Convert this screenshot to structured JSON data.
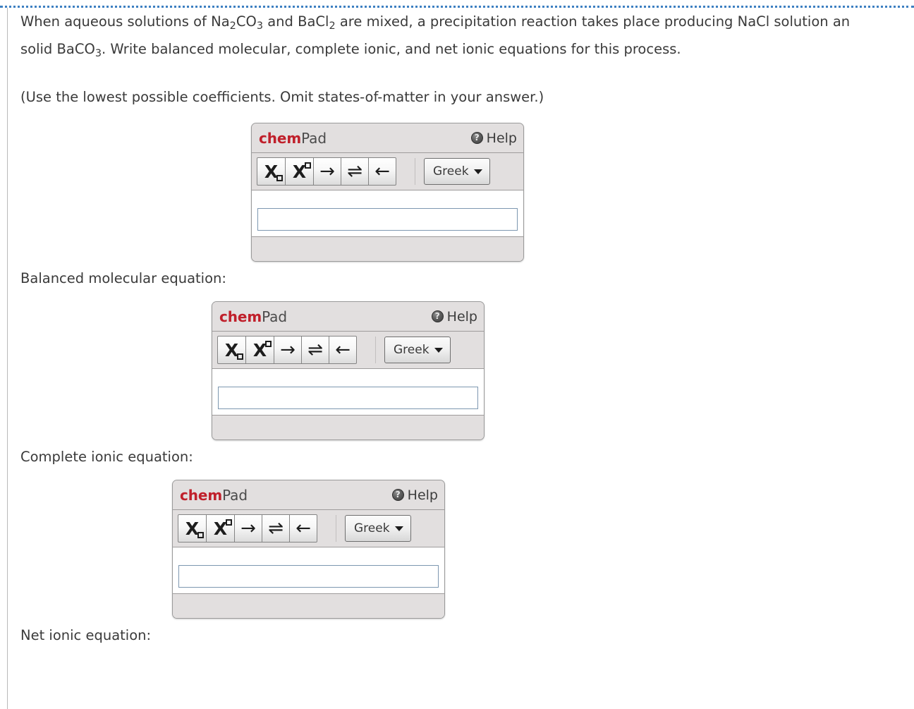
{
  "question": {
    "line1_pre": "When aqueous solutions of ",
    "f1_a": "Na",
    "f1_a_sub": "2",
    "f1_b": "CO",
    "f1_b_sub": "3",
    "line1_mid": " and ",
    "f2_a": "BaCl",
    "f2_a_sub": "2",
    "line1_post": " are mixed, a precipitation reaction takes place producing NaCl solution an",
    "line2_pre": "solid ",
    "f3_a": "BaCO",
    "f3_a_sub": "3",
    "line2_post": ". Write balanced molecular, complete ionic, and net ionic equations for this process.",
    "instruction": "(Use the lowest possible coefficients. Omit states-of-matter in your answer.)"
  },
  "labels": {
    "balanced_molecular": "Balanced molecular equation:",
    "complete_ionic": "Complete ionic equation:",
    "net_ionic": "Net ionic equation:"
  },
  "chempad": {
    "brand_bold": "chem",
    "brand_rest": "Pad",
    "help_label": "Help",
    "help_icon": "question-mark-circle-icon",
    "greek_label": "Greek",
    "greek_caret_icon": "chevron-down-icon",
    "buttons": [
      {
        "name": "subscript-button",
        "glyph": "X",
        "box": "sub",
        "icon": "x-subscript-icon"
      },
      {
        "name": "superscript-button",
        "glyph": "X",
        "box": "sup",
        "icon": "x-superscript-icon"
      },
      {
        "name": "right-arrow-button",
        "glyph": "→",
        "icon": "arrow-right-icon"
      },
      {
        "name": "equilibrium-arrow-button",
        "glyph": "⇌",
        "icon": "equilibrium-arrows-icon"
      },
      {
        "name": "left-arrow-button",
        "glyph": "←",
        "icon": "arrow-left-icon"
      }
    ],
    "input_value": "",
    "input_placeholder": ""
  },
  "pads": [
    {
      "id": "balanced-molecular-pad"
    },
    {
      "id": "complete-ionic-pad"
    },
    {
      "id": "net-ionic-pad"
    }
  ],
  "colors": {
    "brand_red": "#c0202b",
    "dotted_rule_blue": "#3d7fc1",
    "widget_chrome": "#e2dfdf",
    "input_border": "#7d97b0",
    "text": "#3a3a3a"
  }
}
